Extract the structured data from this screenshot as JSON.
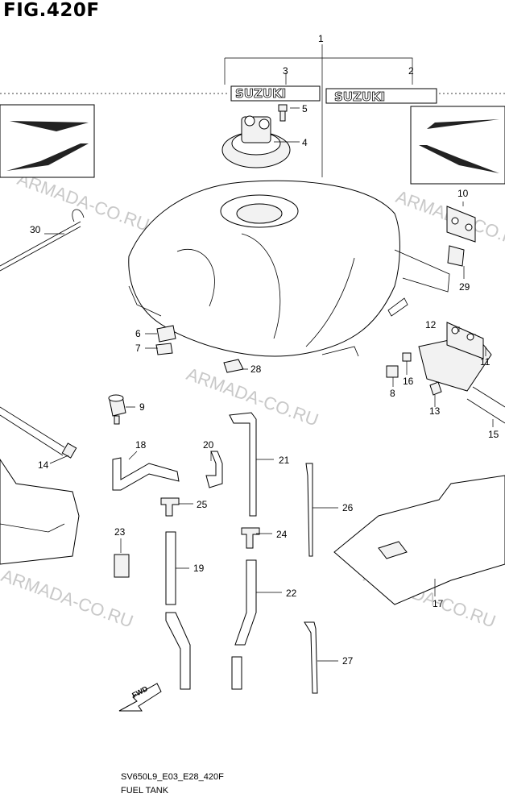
{
  "figure": {
    "title": "FIG.420F",
    "model_code": "SV650L9_E03_E28_420F",
    "section_name": "FUEL TANK"
  },
  "watermarks": [
    "ARMADA-CO.RU",
    "ARMADA-CO.RU",
    "ARMADA-CO.RU",
    "ARMADA-CO.RU",
    "ARMADA-CO.RU"
  ],
  "emblem_text": "SUZUKI",
  "fwd_label": "FWD",
  "callouts": [
    "1",
    "2",
    "3",
    "4",
    "5",
    "6",
    "7",
    "8",
    "9",
    "10",
    "11",
    "12",
    "13",
    "14",
    "15",
    "16",
    "17",
    "18",
    "19",
    "20",
    "21",
    "22",
    "23",
    "24",
    "25",
    "26",
    "27",
    "28",
    "29",
    "30"
  ]
}
